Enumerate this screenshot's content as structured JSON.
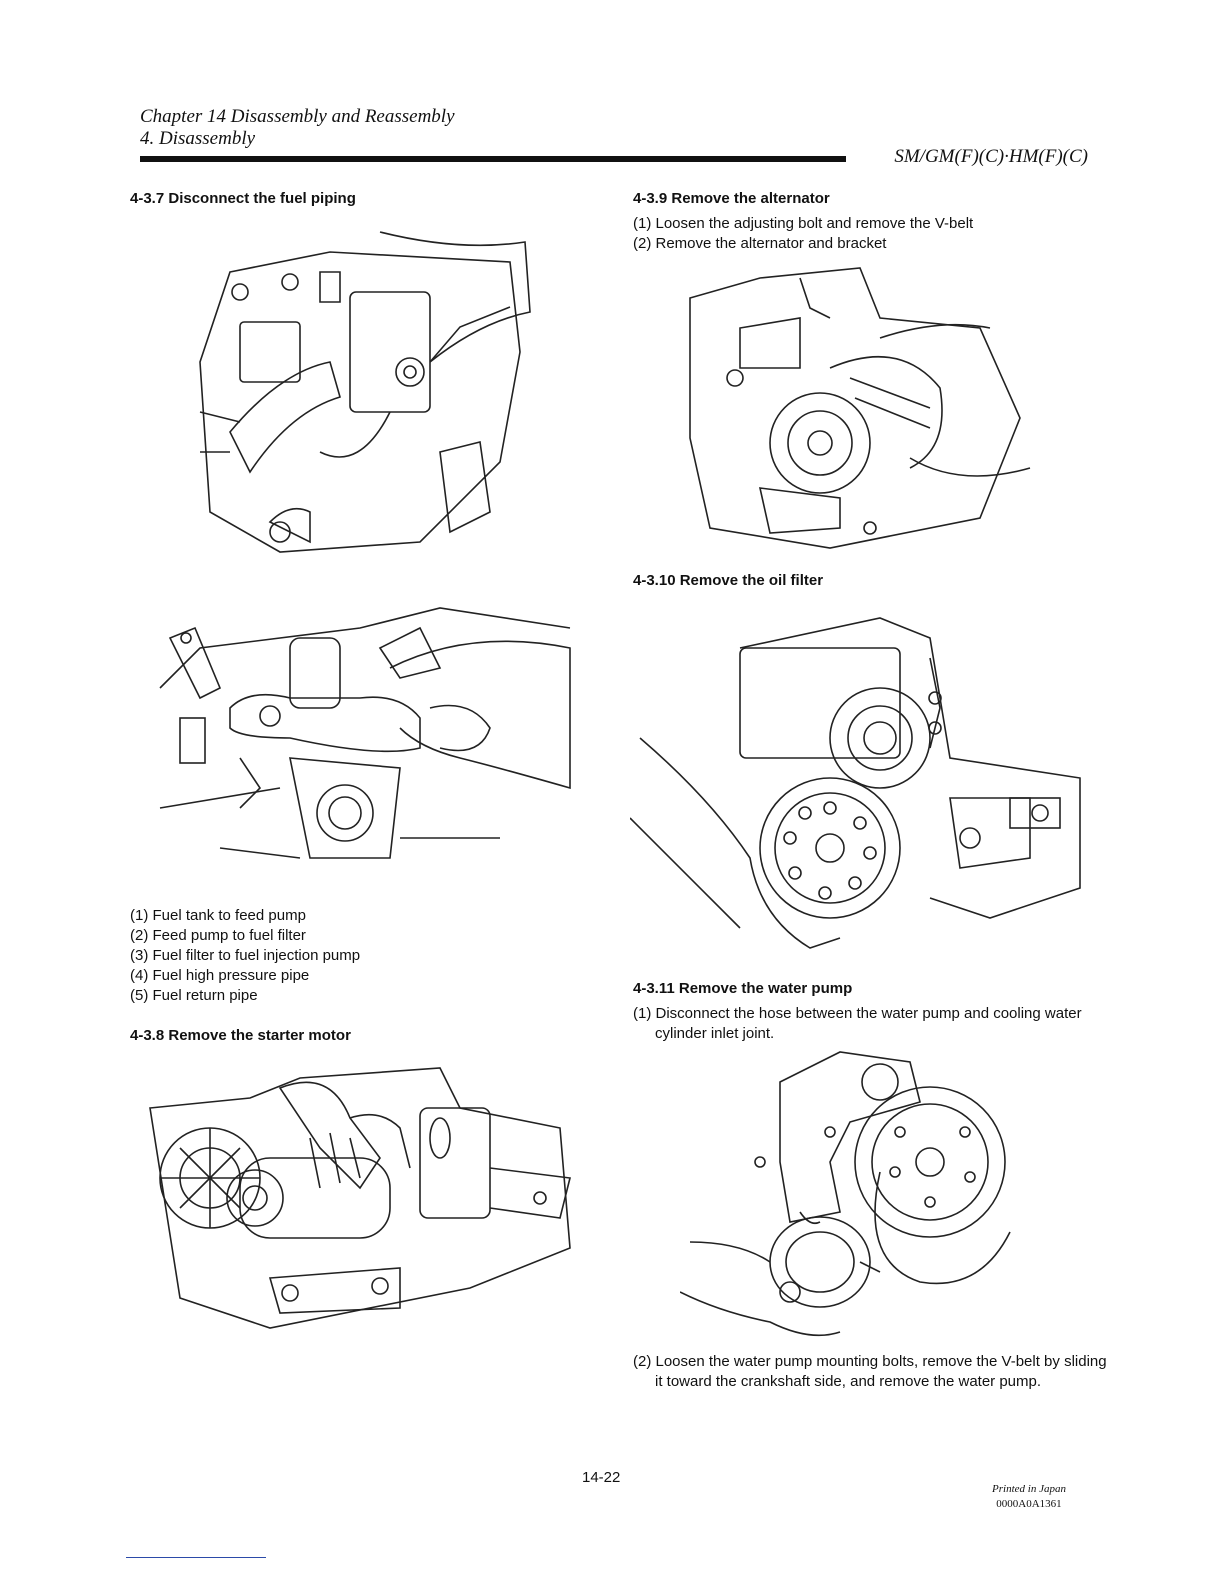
{
  "header": {
    "chapter": "Chapter 14 Disassembly and Reassembly",
    "section": "4. Disassembly",
    "model": "SM/GM(F)(C)·HM(F)(C)"
  },
  "left": {
    "s437": {
      "title": "4-3.7 Disconnect the fuel piping",
      "items": [
        "(1) Fuel tank to feed pump",
        "(2) Feed pump to fuel filter",
        "(3) Fuel filter to fuel injection pump",
        "(4) Fuel high pressure pipe",
        "(5) Fuel return pipe"
      ]
    },
    "s438": {
      "title": "4-3.8 Remove the starter motor"
    }
  },
  "right": {
    "s439": {
      "title": "4-3.9 Remove the alternator",
      "items": [
        "(1) Loosen the adjusting bolt and remove the V-belt",
        "(2) Remove the alternator and bracket"
      ]
    },
    "s4310": {
      "title": "4-3.10 Remove the oil filter"
    },
    "s4311": {
      "title": "4-3.11 Remove the water pump",
      "item1": "(1) Disconnect the hose between the water pump and cooling water cylinder inlet joint.",
      "item2": "(2) Loosen the water pump mounting bolts, remove the V-belt by sliding it toward the crankshaft side, and remove the water pump."
    }
  },
  "footer": {
    "page_number": "14-22",
    "printed": "Printed in Japan",
    "code": "0000A0A1361"
  }
}
